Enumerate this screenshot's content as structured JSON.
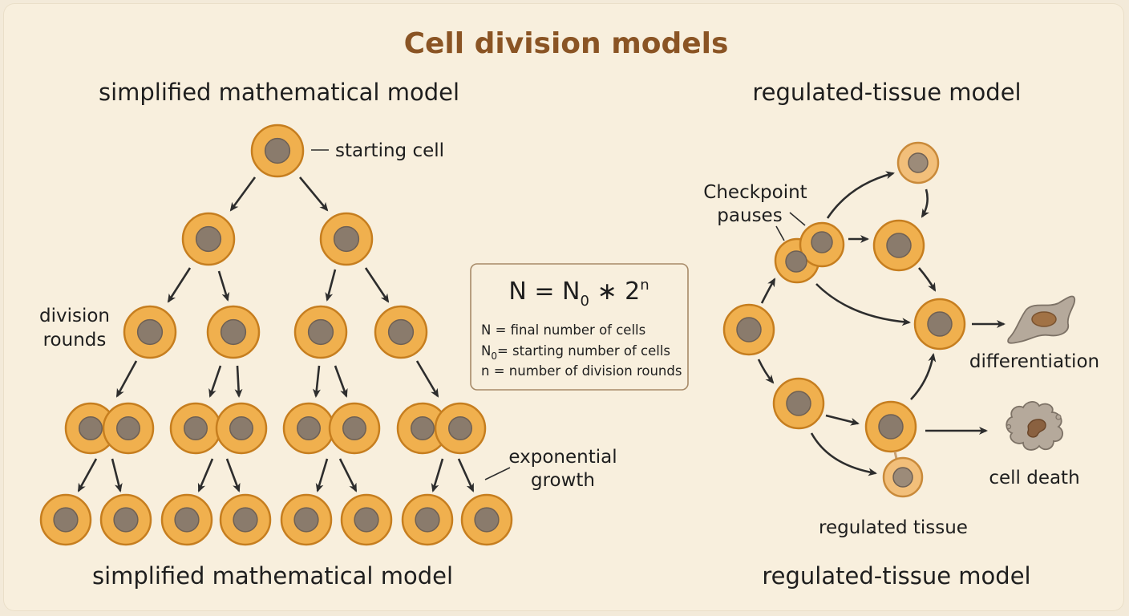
{
  "title": "Cell division models",
  "left_model": {
    "heading": "simplified mathematical model",
    "footer": "simplified mathematical model",
    "labels": {
      "starting_cell": "starting cell",
      "division_rounds_1": "division",
      "division_rounds_2": "rounds",
      "exponential_growth_1": "exponential",
      "exponential_growth_2": "growth"
    }
  },
  "formula": {
    "lhs": "N = N",
    "sub0": "0",
    "op": " ∗ 2",
    "exp": "n",
    "legend": {
      "line1": "N = final number of cells",
      "line2_n": "N",
      "line2_sub": "0",
      "line2_rest": "= starting number of cells",
      "line3": "n = number of division rounds"
    }
  },
  "right_model": {
    "heading": "regulated-tissue model",
    "footer": "regulated-tissue model",
    "labels": {
      "checkpoint_1": "Checkpoint",
      "checkpoint_2": "pauses",
      "differentiation": "differentiation",
      "cell_death": "cell death",
      "regulated_tissue": "regulated tissue"
    }
  },
  "colors": {
    "title": "#8a5424",
    "cell_fill": "#f0b04e",
    "cell_stroke": "#c67e1f",
    "nucleus": "#8a7b6c",
    "background": "#f8efdd"
  }
}
